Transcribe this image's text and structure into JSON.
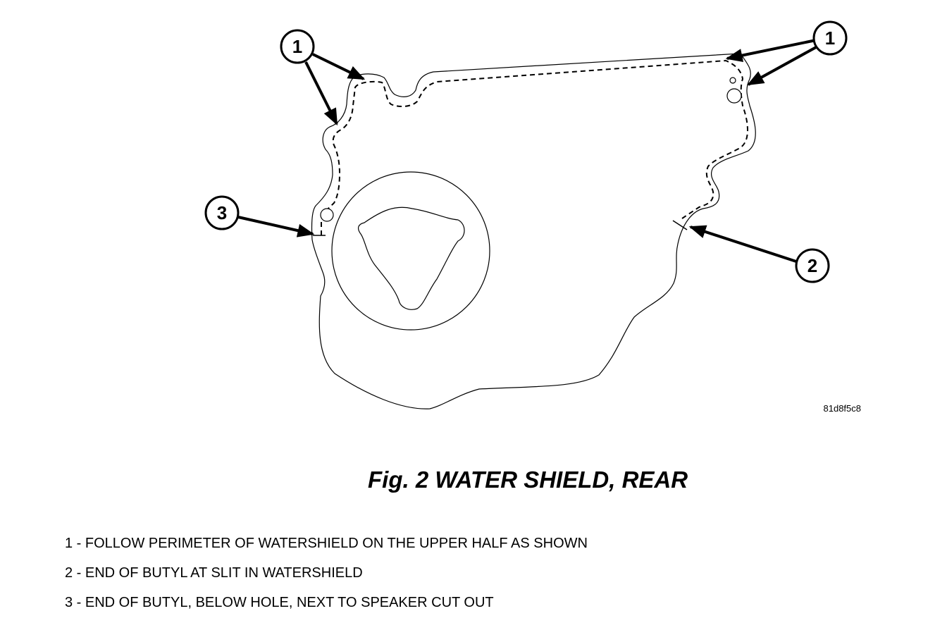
{
  "figure": {
    "image_code": "81d8f5c8",
    "callouts": [
      {
        "id": "callout-1a",
        "number": "1"
      },
      {
        "id": "callout-1b",
        "number": "1"
      },
      {
        "id": "callout-2",
        "number": "2"
      },
      {
        "id": "callout-3",
        "number": "3"
      }
    ]
  },
  "caption": {
    "title": "Fig. 2 WATER SHIELD, REAR"
  },
  "legend": [
    {
      "number": "1",
      "text": "1 - FOLLOW PERIMETER OF WATERSHIELD ON THE UPPER HALF AS SHOWN"
    },
    {
      "number": "2",
      "text": "2 - END OF BUTYL AT SLIT IN WATERSHIELD"
    },
    {
      "number": "3",
      "text": "3 - END OF BUTYL, BELOW HOLE, NEXT TO SPEAKER CUT OUT"
    }
  ]
}
